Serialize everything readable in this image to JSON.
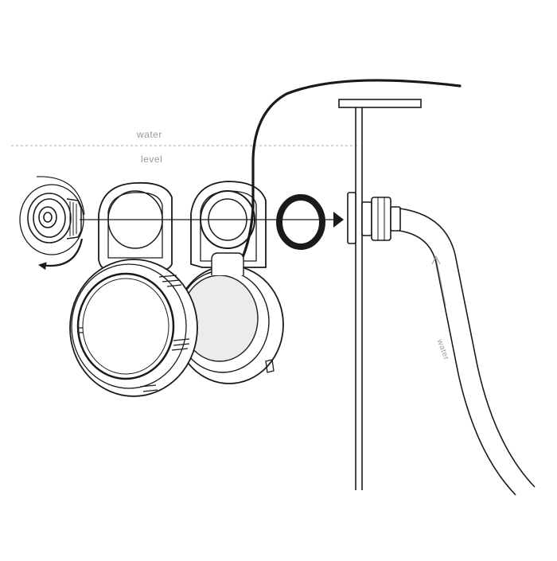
{
  "labels": {
    "water_level_line1": "water",
    "water_level_line2": "level",
    "pipe_flow": "water"
  },
  "colors": {
    "ink": "#1a1a1a",
    "dashed_line": "#bdbdbd",
    "label_gray": "#9a9a9a",
    "lens_fill": "#ececec"
  }
}
